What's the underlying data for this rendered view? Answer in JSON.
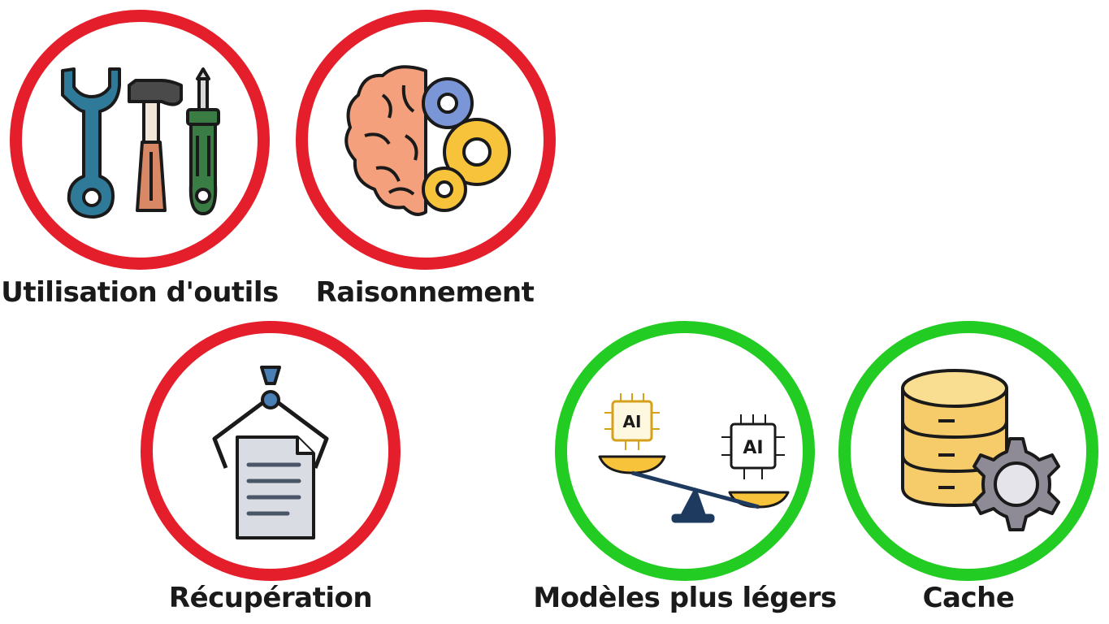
{
  "colors": {
    "blocked": "#e41e2b",
    "allowed": "#22cc22"
  },
  "items": [
    {
      "label": "Utilisation d'outils",
      "status": "blocked",
      "icon": "tools-icon"
    },
    {
      "label": "Raisonnement",
      "status": "blocked",
      "icon": "brain-gears-icon"
    },
    {
      "label": "Récupération",
      "status": "blocked",
      "icon": "document-retrieval-icon"
    },
    {
      "label": "Modèles plus légers",
      "status": "allowed",
      "icon": "ai-scale-icon",
      "badges": [
        "AI",
        "AI"
      ]
    },
    {
      "label": "Cache",
      "status": "allowed",
      "icon": "database-gear-icon"
    }
  ]
}
